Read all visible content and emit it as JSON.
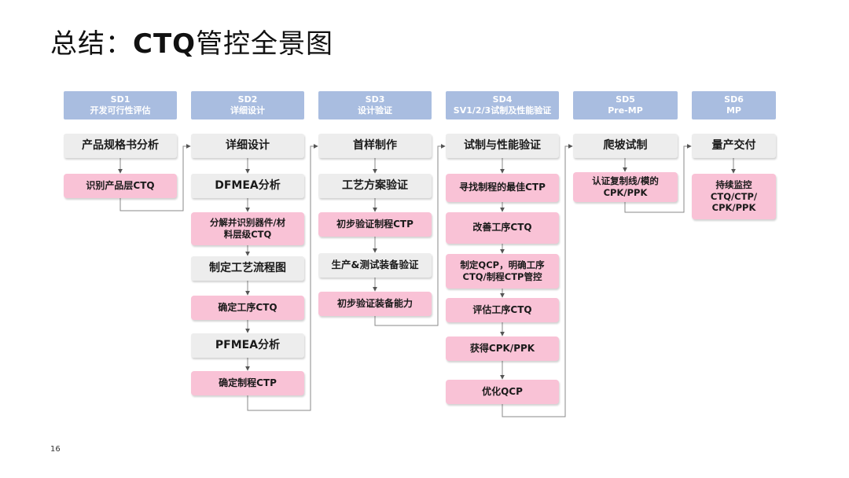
{
  "title_prefix": "总结：",
  "title_bold": "CTQ",
  "title_suffix": "管控全景图",
  "page_number": "16",
  "colors": {
    "header": "#a9bde0",
    "gray_box": "#ededed",
    "pink_box": "#f9c2d6",
    "connector": "#8a8a8a"
  },
  "columns": [
    {
      "header": [
        "SD1",
        "开发可行性评估"
      ],
      "nodes": [
        "产品规格书分析",
        "识别产品层CTQ"
      ]
    },
    {
      "header": [
        "SD2",
        "详细设计"
      ],
      "nodes": [
        "详细设计",
        "DFMEA分析",
        "分解并识别器件/材\n料层级CTQ",
        "制定工艺流程图",
        "确定工序CTQ",
        "PFMEA分析",
        "确定制程CTP"
      ]
    },
    {
      "header": [
        "SD3",
        "设计验证"
      ],
      "nodes": [
        "首样制作",
        "工艺方案验证",
        "初步验证制程CTP",
        "生产&测试装备验证",
        "初步验证装备能力"
      ]
    },
    {
      "header": [
        "SD4",
        "SV1/2/3试制及性能验证"
      ],
      "nodes": [
        "试制与性能验证",
        "寻找制程的最佳CTP",
        "改善工序CTQ",
        "制定QCP，明确工序\nCTQ/制程CTP管控",
        "评估工序CTQ",
        "获得CPK/PPK",
        "优化QCP"
      ]
    },
    {
      "header": [
        "SD5",
        "Pre-MP"
      ],
      "nodes": [
        "爬坡试制",
        "认证复制线/模的\nCPK/PPK"
      ]
    },
    {
      "header": [
        "SD6",
        "MP"
      ],
      "nodes": [
        "量产交付",
        "持续监控\nCTQ/CTP/\nCPK/PPK"
      ]
    }
  ]
}
